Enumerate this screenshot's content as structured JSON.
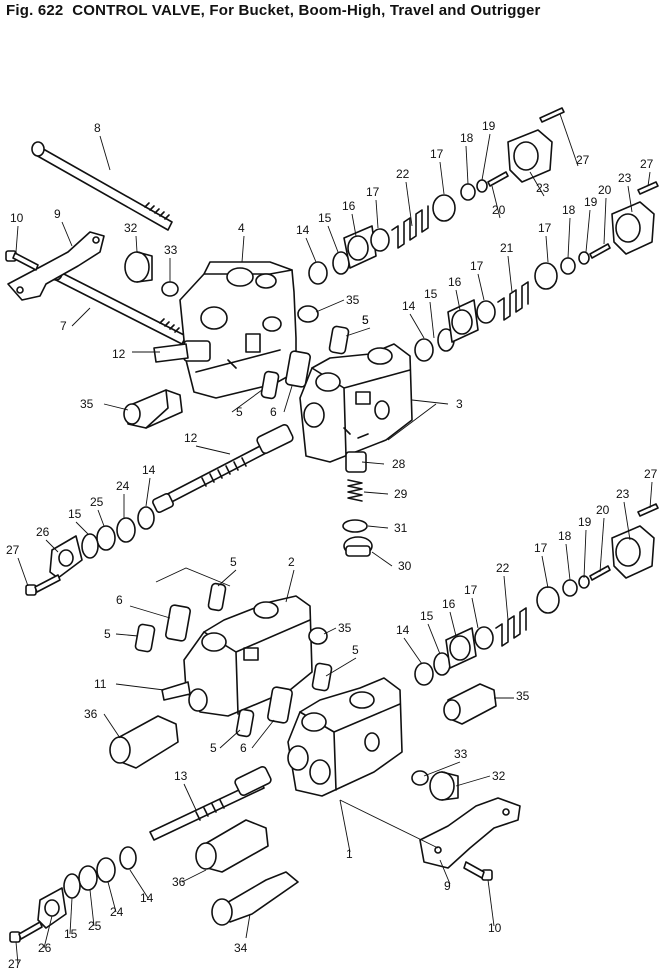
{
  "header": {
    "clipped_line": "",
    "fig_number": "Fig. 622",
    "title": "CONTROL VALVE, For Bucket, Boom-High, Travel and Outrigger"
  },
  "callouts": [
    {
      "id": "c8",
      "label": "8"
    },
    {
      "id": "c10a",
      "label": "10"
    },
    {
      "id": "c9a",
      "label": "9"
    },
    {
      "id": "c7",
      "label": "7"
    },
    {
      "id": "c32a",
      "label": "32"
    },
    {
      "id": "c33a",
      "label": "33"
    },
    {
      "id": "c4",
      "label": "4"
    },
    {
      "id": "c12a",
      "label": "12"
    },
    {
      "id": "c35a",
      "label": "35"
    },
    {
      "id": "c35b",
      "label": "35"
    },
    {
      "id": "c5a",
      "label": "5"
    },
    {
      "id": "c6a",
      "label": "6"
    },
    {
      "id": "c5b",
      "label": "5"
    },
    {
      "id": "c3",
      "label": "3"
    },
    {
      "id": "c12b",
      "label": "12"
    },
    {
      "id": "c14a",
      "label": "14"
    },
    {
      "id": "c15a",
      "label": "15"
    },
    {
      "id": "c16a",
      "label": "16"
    },
    {
      "id": "c17a",
      "label": "17"
    },
    {
      "id": "c22a",
      "label": "22"
    },
    {
      "id": "c17b",
      "label": "17"
    },
    {
      "id": "c18a",
      "label": "18"
    },
    {
      "id": "c19a",
      "label": "19"
    },
    {
      "id": "c27a",
      "label": "27"
    },
    {
      "id": "c23a",
      "label": "23"
    },
    {
      "id": "c20a",
      "label": "20"
    },
    {
      "id": "c27b",
      "label": "27"
    },
    {
      "id": "c23b",
      "label": "23"
    },
    {
      "id": "c20b",
      "label": "20"
    },
    {
      "id": "c19b",
      "label": "19"
    },
    {
      "id": "c18b",
      "label": "18"
    },
    {
      "id": "c17c",
      "label": "17"
    },
    {
      "id": "c21",
      "label": "21"
    },
    {
      "id": "c17d",
      "label": "17"
    },
    {
      "id": "c16b",
      "label": "16"
    },
    {
      "id": "c15b",
      "label": "15"
    },
    {
      "id": "c14b",
      "label": "14"
    },
    {
      "id": "c5c",
      "label": "5"
    },
    {
      "id": "c28",
      "label": "28"
    },
    {
      "id": "c29",
      "label": "29"
    },
    {
      "id": "c31",
      "label": "31"
    },
    {
      "id": "c30",
      "label": "30"
    },
    {
      "id": "c14c",
      "label": "14"
    },
    {
      "id": "c24a",
      "label": "24"
    },
    {
      "id": "c25a",
      "label": "25"
    },
    {
      "id": "c15c",
      "label": "15"
    },
    {
      "id": "c26a",
      "label": "26"
    },
    {
      "id": "c27c",
      "label": "27"
    },
    {
      "id": "c5d",
      "label": "5"
    },
    {
      "id": "c2",
      "label": "2"
    },
    {
      "id": "c6b",
      "label": "6"
    },
    {
      "id": "c5e",
      "label": "5"
    },
    {
      "id": "c35c",
      "label": "35"
    },
    {
      "id": "c11",
      "label": "11"
    },
    {
      "id": "c36a",
      "label": "36"
    },
    {
      "id": "c5f",
      "label": "5"
    },
    {
      "id": "c6c",
      "label": "6"
    },
    {
      "id": "c5g",
      "label": "5"
    },
    {
      "id": "c22b",
      "label": "22"
    },
    {
      "id": "c17e",
      "label": "17"
    },
    {
      "id": "c18c",
      "label": "18"
    },
    {
      "id": "c19c",
      "label": "19"
    },
    {
      "id": "c20c",
      "label": "20"
    },
    {
      "id": "c23c",
      "label": "23"
    },
    {
      "id": "c27d",
      "label": "27"
    },
    {
      "id": "c17f",
      "label": "17"
    },
    {
      "id": "c16c",
      "label": "16"
    },
    {
      "id": "c15d",
      "label": "15"
    },
    {
      "id": "c14d",
      "label": "14"
    },
    {
      "id": "c35d",
      "label": "35"
    },
    {
      "id": "c33b",
      "label": "33"
    },
    {
      "id": "c32b",
      "label": "32"
    },
    {
      "id": "c13",
      "label": "13"
    },
    {
      "id": "c1",
      "label": "1"
    },
    {
      "id": "c36b",
      "label": "36"
    },
    {
      "id": "c14e",
      "label": "14"
    },
    {
      "id": "c24b",
      "label": "24"
    },
    {
      "id": "c25b",
      "label": "25"
    },
    {
      "id": "c15e",
      "label": "15"
    },
    {
      "id": "c26b",
      "label": "26"
    },
    {
      "id": "c27e",
      "label": "27"
    },
    {
      "id": "c34",
      "label": "34"
    },
    {
      "id": "c9b",
      "label": "9"
    },
    {
      "id": "c10b",
      "label": "10"
    }
  ]
}
